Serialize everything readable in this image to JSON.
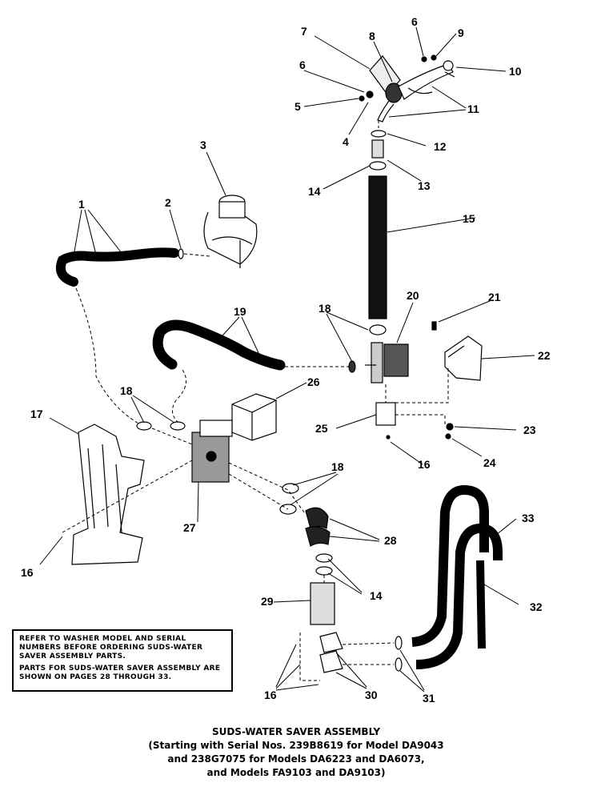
{
  "diagram": {
    "callouts": [
      "1",
      "2",
      "3",
      "4",
      "5",
      "6",
      "7",
      "8",
      "9",
      "10",
      "11",
      "12",
      "13",
      "14",
      "15",
      "16",
      "17",
      "18",
      "19",
      "20",
      "21",
      "22",
      "23",
      "24",
      "25",
      "26",
      "27",
      "28",
      "29",
      "30",
      "31",
      "32",
      "33"
    ]
  },
  "note": {
    "line1": "Refer to washer model and serial numbers before ordering suds-water saver assembly parts.",
    "line2": "Parts for suds-water saver assembly are shown on pages 28 through 33."
  },
  "caption": {
    "title": "SUDS-WATER SAVER ASSEMBLY",
    "line1": "(Starting with Serial Nos. 239B8619 for Model DA9043",
    "line2": "and 238G7075 for Models DA6223 and DA6073,",
    "line3": "and Models FA9103 and DA9103)"
  }
}
